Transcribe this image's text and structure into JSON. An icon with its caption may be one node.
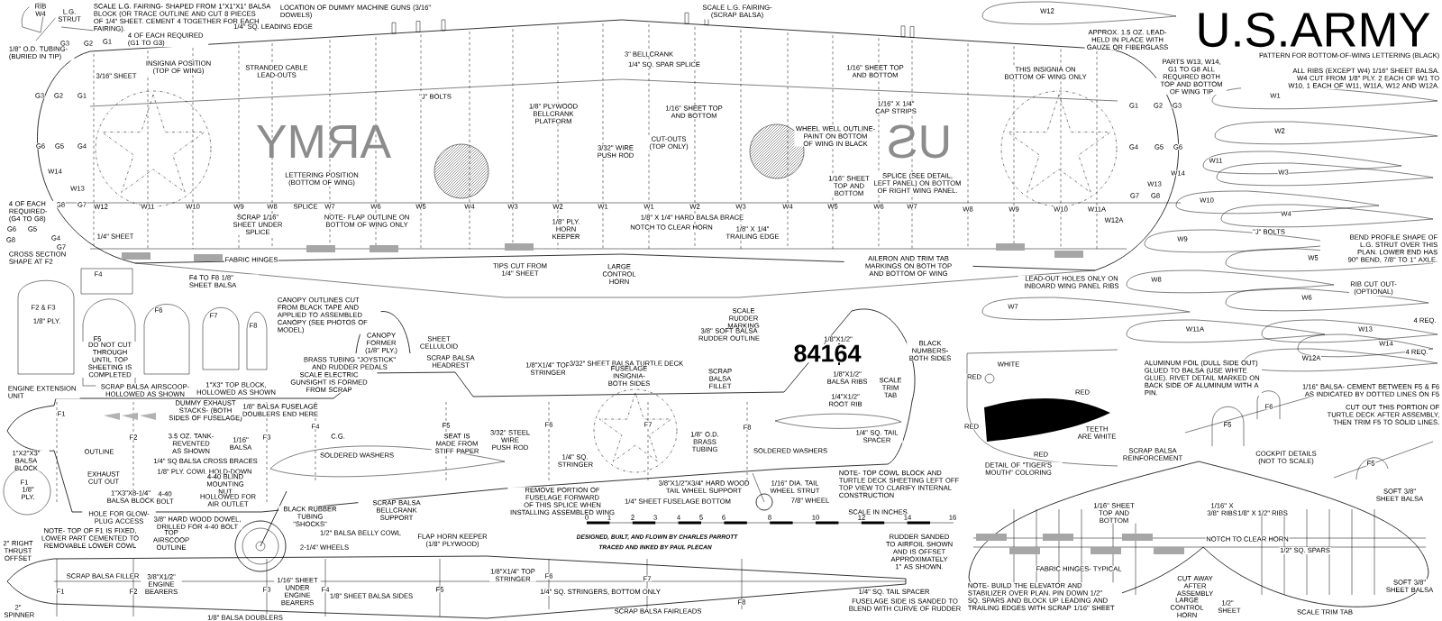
{
  "diagram": {
    "labels": [
      "RIB W4",
      "L.G. STRUT",
      "SCALE L.G. FAIRING- SHAPED FROM 1\"X1\"X1\" BALSA BLOCK (OR TRACE OUTLINE AND CUT 8 PIECES OF 1/4\" SHEET. CEMENT 4 TOGETHER FOR EACH FAIRING).",
      "4 OF EACH REQUIRED (G1 TO G3)",
      "G3",
      "G2",
      "G1",
      "1/8\" O.D. TUBING- (BURIED IN TIP)",
      "LOCATION OF DUMMY MACHINE GUNS (3/16\" DOWELS)",
      "1/4\" SQ. LEADING EDGE",
      "3/16\" SHEET",
      "INSIGNIA POSITION (TOP OF WING)",
      "STRANDED CABLE LEAD-OUTS",
      "G3",
      "G2",
      "G1",
      "\"J\" BOLTS",
      "G6",
      "G5",
      "G4",
      "W14",
      "W13",
      "G8",
      "G7",
      "ARMY",
      "LETTERING POSITION (BOTTOM OF WING)",
      "W12",
      "W11",
      "W10",
      "W9",
      "W8",
      "SPLICE",
      "W7",
      "W6",
      "W5",
      "W4",
      "SCRAP 1/16\" SHEET UNDER SPLICE",
      "NOTE- FLAP OUTLINE ON BOTTOM OF WING ONLY",
      "4 OF EACH REQUIRED- (G4 TO G8)",
      "G6",
      "G5",
      "G8",
      "G4",
      "G7",
      "1/4\" SHEET",
      "CROSS SECTION SHAPE AT F2",
      "FABRIC HINGES",
      "F4",
      "F4 TO F8 1/8\" SHEET BALSA",
      "CANOPY OUTLINES CUT FROM BLACK TAPE AND APPLIED TO ASSEMBLED CANOPY (SEE PHOTOS OF MODEL)",
      "SCALE L.G. FAIRING- (SCRAP BALSA)",
      "3\" BELLCRANK",
      "1/4\" SQ. SPAR SPLICE",
      "1/8\" PLYWOOD BELLCRANK PLATFORM",
      "1/16\" SHEET TOP AND BOTTOM",
      "3/32\" WIRE PUSH ROD",
      "CUT-OUTS (TOP ONLY)",
      "1/16\" SHEET TOP AND BOTTOM",
      "1/16\" X 1/4\" CAP STRIPS",
      "WHEEL WELL OUTLINE- PAINT ON BOTTOM OF WING IN BLACK",
      "US",
      "1/16\" SHEET TOP AND BOTTOM",
      "SPLICE (SEE DETAIL, LEFT PANEL) ON BOTTOM OF RIGHT WING PANEL.",
      "W3",
      "W2",
      "W1",
      "W1",
      "W2",
      "W3",
      "W4",
      "W5",
      "W6",
      "W7",
      "1/8\" X 1/4\" HARD BALSA BRACE",
      "1/8\" PLY. HORN KEEPER",
      "NOTCH TO CLEAR HORN",
      "1/8\" X 1/4\" TRAILING EDGE",
      "TIPS CUT FROM 1/4\" SHEET",
      "LARGE CONTROL HORN",
      "AILERON AND TRIM TAB MARKINGS ON BOTH TOP AND BOTTOM OF WING",
      "W12",
      "U.S.ARMY",
      "APPROX. 1.5 OZ. LEAD- HELD IN PLACE WITH GAUZE OR FIBERGLASS",
      "THIS INSIGNIA ON BOTTOM OF WING ONLY",
      "PARTS W13, W14, G1 TO G8 ALL REQUIRED BOTH TOP AND BOTTOM OF WING TIP",
      "PATTERN FOR BOTTOM-OF-WING LETTERING (BLACK)",
      "ALL RIBS (EXCEPT W4) 1/16\" SHEET BALSA. W4 CUT FROM 1/8\" PLY. 2 EACH OF W1 TO W10, 1 EACH OF W11, W11A, W12 AND W12A.",
      "G1",
      "G2",
      "G3",
      "G4",
      "G5",
      "G6",
      "W14",
      "W13",
      "G7",
      "G8",
      "W8",
      "W9",
      "W10",
      "W11A",
      "W12A",
      "W1",
      "W2",
      "W11",
      "W3",
      "W10",
      "W4",
      "\"J\" BOLTS",
      "W9",
      "W5",
      "W8",
      "W6",
      "W7",
      "BEND PROFILE SHAPE OF L.G. STRUT OVER THIS PLAN. LOWER END HAS 90° BEND, 7/8\" TO 1\" AXLE.",
      "LEAD-OUT HOLES ONLY ON INBOARD WING PANEL RIBS",
      "RIB CUT OUT- (OPTIONAL)",
      "F2 & F3",
      "1/8\" PLY.",
      "F5",
      "DO NOT CUT THROUGH UNTIL TOP SHEETING IS COMPLETED",
      "F6",
      "F7",
      "F8",
      "CANOPY FORMER (1/8\" PLY.)",
      "SHEET CELLULOID",
      "BRASS TUBING \"JOYSTICK\" AND RUDDER PEDALS",
      "SCRAP BALSA HEADREST",
      "SCALE ELECTRIC GUNSIGHT IS FORMED FROM SCRAP",
      "ENGINE EXTENSION UNIT",
      "SCRAP BALSA AIRSCOOP- HOLLOWED AS SHOWN",
      "1\"X3\" TOP BLOCK, HOLLOWED AS SHOWN",
      "DUMMY EXHAUST STACKS- (BOTH SIDES OF FUSELAGE)",
      "1/8\" BALSA FUSELAGE DOUBLERS END HERE",
      "F1",
      "F2",
      "3.5 OZ. TANK-REVENTED AS SHOWN",
      "1/16\" BALSA",
      "F3",
      "F4",
      "C.G.",
      "F5",
      "SEAT IS MADE FROM STIFF PAPER",
      "OUTLINE",
      "EXHAUST CUT OUT",
      "1\"X2\"X3\" BALSA BLOCK",
      "SOLDERED WASHERS",
      "1/4\" SQ BALSA CROSS BRACES",
      "1/8\" PLY. COWL HOLD-DOWN",
      "4-40 BLIND MOUNTING NUT",
      "F1",
      "1/8\" PLY.",
      "1\"X3\"X8-1/4\" BALSA BLOCK",
      "4-40 BOLT",
      "HOLLOWED FOR AIR OUTLET",
      "HOLE FOR GLOW-PLUG ACCESS",
      "3/8\" HARD WOOD DOWEL, DRILLED FOR 4-40 BOLT",
      "BLACK RUBBER TUBING \"SHOCKS\"",
      "1/2\" BALSA BELLY COWL",
      "SCRAP BALSA BELLCRANK SUPPORT",
      "NOTE- TOP OF F1 IS FIXED, LOWER PART CEMENTED TO REMOVABLE LOWER COWL",
      "FLAP HORN KEEPER (1/8\" PLYWOOD)",
      "TOP AIRSCOOP OUTLINE",
      "2\" RIGHT THRUST OFFSET",
      "2-1/4\" WHEELS",
      "SCRAP BALSA FILLER",
      "3/8\"X1/2\" ENGINE BEARERS",
      "F1",
      "F2",
      "F3",
      "F4",
      "F5",
      "1/16\" SHEET UNDER ENGINE BEARERS",
      "1/8\" SHEET BALSA SIDES",
      "2\" SPINNER",
      "1/8\" BALSA DOUBLERS",
      "SCALE RUDDER MARKING",
      "3/8\" SOFT BALSA RUDDER OUTLINE",
      "1/8\"X1/2\"",
      "84164",
      "BLACK NUMBERS- BOTH SIDES",
      "1/8\"X1/4\" TOP STRINGER",
      "3/32\" SHEET BALSA TURTLE DECK",
      "FUSELAGE INSIGNIA- BOTH SIDES",
      "SCRAP BALSA FILLET",
      "1/8\"X1/2\" BALSA RIBS",
      "SCALE TRIM TAB",
      "1/4\"X1/2\" ROOT RIB",
      "F6",
      "F7",
      "F8",
      "3/32\" STEEL WIRE PUSH ROD",
      "1/8\" O.D. BRASS TUBING",
      "1/4\" SQ. TAIL SPACER",
      "SOLDERED WASHERS",
      "1/4\" SQ. STRINGER",
      "NOTE- TOP COWL BLOCK AND TURTLE DECK SHEETING LEFT OFF TOP VIEW TO CLARIFY INTERNAL CONSTRUCTION",
      "3/8\"X1/2\"X3/4\" HARD WOOD TAIL WHEEL SUPPORT",
      "1/16\" DIA. TAIL WHEEL STRUT",
      "REMOVE PORTION OF FUSELAGE FORWARD OF THIS SPLICE WHEN INSTALLING ASSEMBLED WING",
      "1/4\" SHEET FUSELAGE BOTTOM",
      "7/8\" WHEEL",
      "SCALE IN INCHES",
      "0",
      "1",
      "2",
      "3",
      "4",
      "5",
      "6",
      "8",
      "10",
      "12",
      "14",
      "16",
      "DESIGNED, BUILT, AND FLOWN BY CHARLES PARROTT",
      "TRACED AND INKED BY PAUL PLECAN",
      "RUDDER SANDED TO AIRFOIL SHOWN AND IS OFFSET APPROXIMATELY 1\" AS SHOWN.",
      "1/8\"X1/4\" TOP STRINGER",
      "F6",
      "F7",
      "F8",
      "1/4\" SQ. STRINGERS, BOTTOM ONLY",
      "1/4\" SQ. TAIL SPACER",
      "SCRAP BALSA FAIRLEADS",
      "FUSELAGE SIDE IS SANDED TO BLEND WITH CURVE OF RUDDER",
      "4 REQ.",
      "W11A",
      "W13",
      "W14",
      "4 REQ.",
      "W12A",
      "WHITE",
      "RED",
      "RED",
      "RED",
      "TEETH ARE WHITE",
      "RED",
      "DETAIL OF \"TIGER'S MOUTH\" COLORING",
      "ALUMINUM FOIL (DULL SIDE OUT) GLUED TO BALSA (USE WHITE GLUE). RIVET DETAIL MARKED ON BACK SIDE OF ALUMINUM WITH A PIN.",
      "1/16\" BALSA- CEMENT BETWEEN F5 & F6 AS INDICATED BY DOTTED LINES ON F5",
      "F6",
      "F5",
      "CUT OUT THIS PORTION OF TURTLE DECK AFTER ASSEMBLY, THEN TRIM F5 TO SOLID LINES.",
      "COCKPIT DETAILS (NOT TO SCALE)",
      "F5",
      "SCRAP BALSA REINFORCEMENT",
      "SOFT 3/8\" SHEET BALSA",
      "1/16\" SHEET TOP AND BOTTOM",
      "1/16\" X 3/8\" RIBS",
      "1/8\" X 1/2\" RIBS",
      "NOTCH TO CLEAR HORN",
      "1/2\" SQ. SPARS",
      "FABRIC HINGES- TYPICAL",
      "NOTE- BUILD THE ELEVATOR AND STABILIZER OVER PLAN. PIN DOWN 1/2\" SQ. SPARS AND BLOCK UP LEADING AND TRAILING EDGES WITH SCRAP 1/16\" SHEET",
      "CUT AWAY AFTER ASSEMBLY",
      "SOFT 3/8\" SHEET BALSA",
      "LARGE CONTROL HORN",
      "1/2\" SHEET",
      "SCALE TRIM TAB"
    ]
  }
}
